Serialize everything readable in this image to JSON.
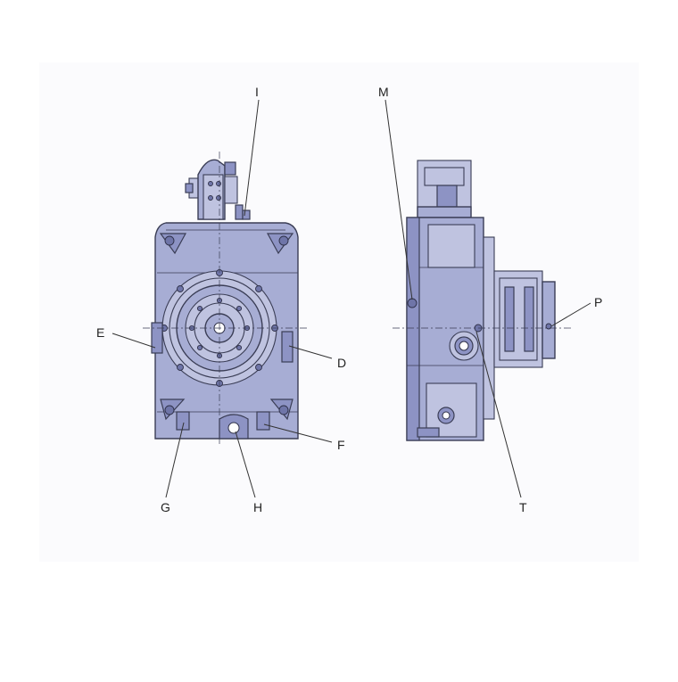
{
  "callouts": {
    "I": "I",
    "E": "E",
    "D": "D",
    "F": "F",
    "G": "G",
    "H": "H",
    "M": "M",
    "P": "P",
    "T": "T"
  }
}
